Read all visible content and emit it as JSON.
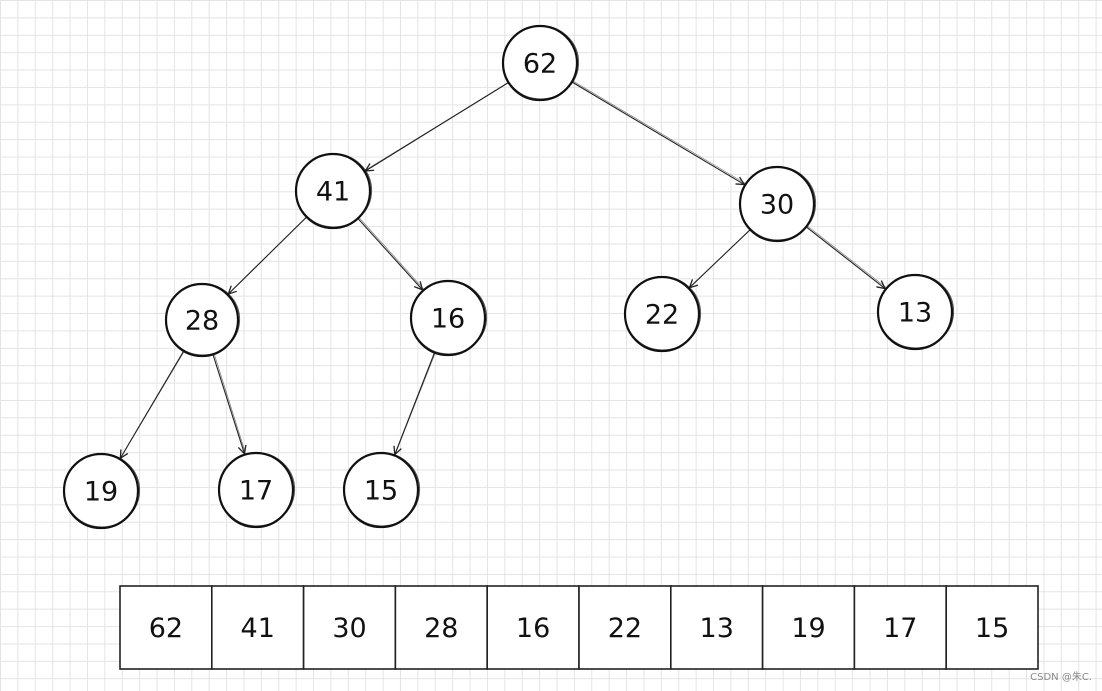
{
  "tree": {
    "nodes": [
      {
        "id": "n0",
        "value": "62"
      },
      {
        "id": "n1",
        "value": "41"
      },
      {
        "id": "n2",
        "value": "30"
      },
      {
        "id": "n3",
        "value": "28"
      },
      {
        "id": "n4",
        "value": "16"
      },
      {
        "id": "n5",
        "value": "22"
      },
      {
        "id": "n6",
        "value": "13"
      },
      {
        "id": "n7",
        "value": "19"
      },
      {
        "id": "n8",
        "value": "17"
      },
      {
        "id": "n9",
        "value": "15"
      }
    ],
    "edges": [
      [
        "n0",
        "n1"
      ],
      [
        "n0",
        "n2"
      ],
      [
        "n1",
        "n3"
      ],
      [
        "n1",
        "n4"
      ],
      [
        "n2",
        "n5"
      ],
      [
        "n2",
        "n6"
      ],
      [
        "n3",
        "n7"
      ],
      [
        "n3",
        "n8"
      ],
      [
        "n4",
        "n9"
      ]
    ]
  },
  "array": {
    "cells": [
      "62",
      "41",
      "30",
      "28",
      "16",
      "22",
      "13",
      "19",
      "17",
      "15"
    ]
  },
  "watermark": "CSDN @朱C."
}
